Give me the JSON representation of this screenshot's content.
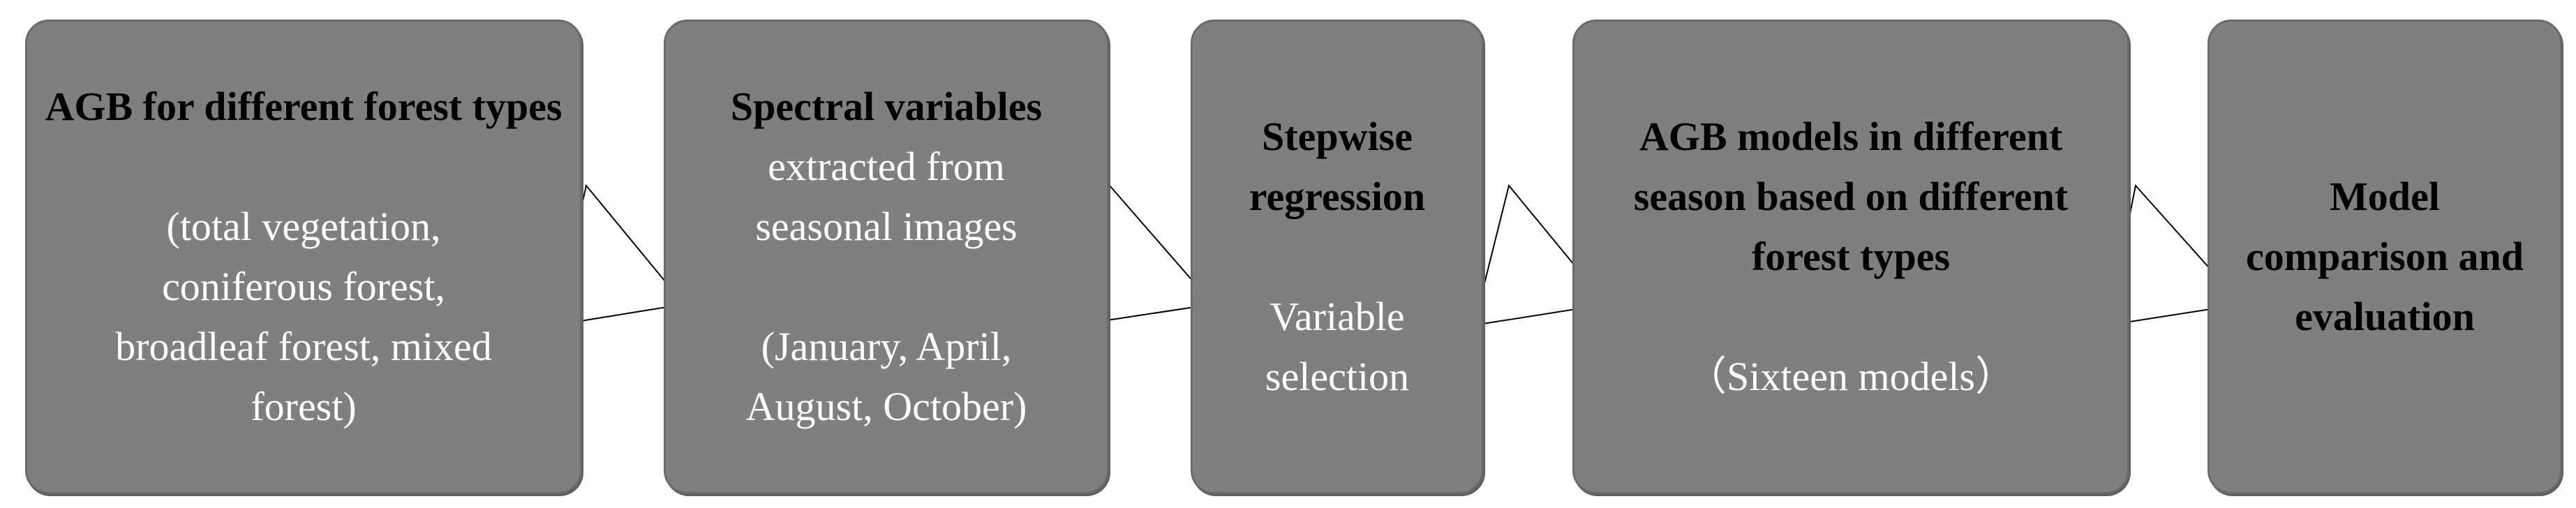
{
  "boxes": [
    {
      "title": "AGB for different forest types",
      "lines": [
        "(total vegetation,",
        "coniferous forest,",
        "broadleaf forest, mixed",
        "forest)"
      ]
    },
    {
      "title": "Spectral variables",
      "subtitle_lines": [
        "extracted from",
        "seasonal images"
      ],
      "lines": [
        "(January, April,",
        "August, October)"
      ]
    },
    {
      "title_lines": [
        "Stepwise",
        "regression"
      ],
      "lines": [
        "Variable",
        "selection"
      ]
    },
    {
      "title_lines": [
        "AGB models  in different",
        "season based on different",
        "forest types"
      ],
      "lines": [
        "（Sixteen models）"
      ]
    },
    {
      "title_lines": [
        "Model",
        "comparison and",
        "evaluation"
      ]
    }
  ],
  "colors": {
    "box_fill": "#7f7f7f",
    "title_text": "#000000",
    "body_text": "#ffffff",
    "arrow_fill": "#ffffff"
  }
}
